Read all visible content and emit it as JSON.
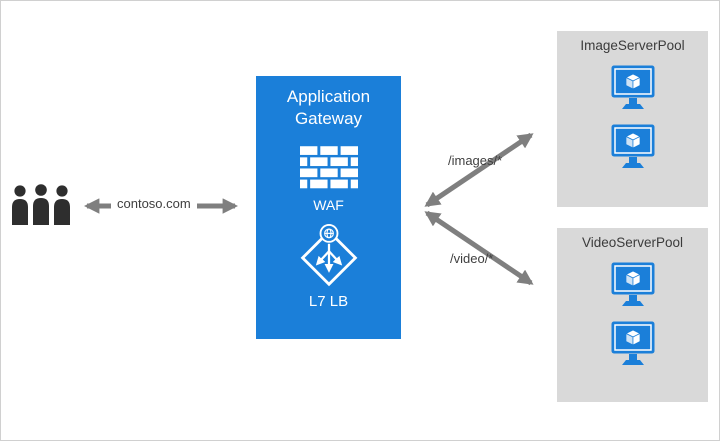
{
  "colors": {
    "azure_blue": "#1b7fd9",
    "pool_gray": "#d9d9d9",
    "arrow_gray": "#7f7f7f",
    "text_dark": "#3f3f3f"
  },
  "gateway": {
    "title": "Application Gateway",
    "waf_label": "WAF",
    "lb_label": "L7 LB"
  },
  "edges": {
    "contoso": "contoso.com",
    "images_route": "/images/*",
    "video_route": "/video/*"
  },
  "pools": [
    {
      "name": "ImageServerPool",
      "vm_count": 2
    },
    {
      "name": "VideoServerPool",
      "vm_count": 2
    }
  ]
}
